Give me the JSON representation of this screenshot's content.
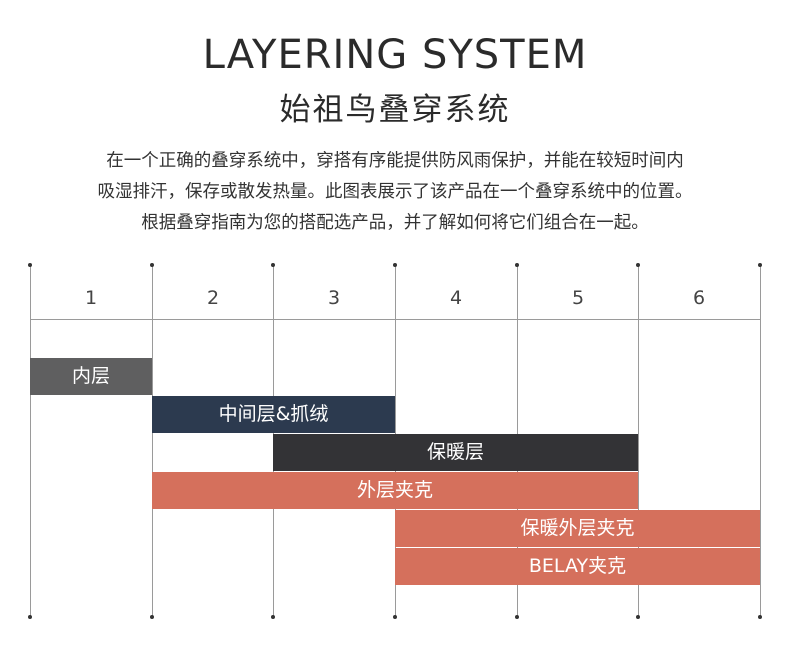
{
  "header": {
    "title_en": "LAYERING SYSTEM",
    "title_cn": "始祖鸟叠穿系统",
    "description_lines": [
      "在一个正确的叠穿系统中，穿搭有序能提供防风雨保护，并能在较短时间内",
      "吸湿排汗，保存或散发热量。此图表展示了该产品在一个叠穿系统中的位置。",
      "根据叠穿指南为您的搭配选产品，并了解如何将它们组合在一起。"
    ]
  },
  "diagram": {
    "columns": [
      "1",
      "2",
      "3",
      "4",
      "5",
      "6"
    ],
    "bars": [
      {
        "label": "内层",
        "start": 1,
        "end": 1,
        "color": "#5f5f60"
      },
      {
        "label": "中间层&抓绒",
        "start": 2,
        "end": 3,
        "color": "#2c3a4f"
      },
      {
        "label": "保暖层",
        "start": 3,
        "end": 5,
        "color": "#333336"
      },
      {
        "label": "外层夹克",
        "start": 2,
        "end": 5,
        "color": "#d5705c"
      },
      {
        "label": "保暖外层夹克",
        "start": 4,
        "end": 6,
        "color": "#d5705c"
      },
      {
        "label": "BELAY夹克",
        "start": 4,
        "end": 6,
        "color": "#d5705c"
      }
    ]
  }
}
